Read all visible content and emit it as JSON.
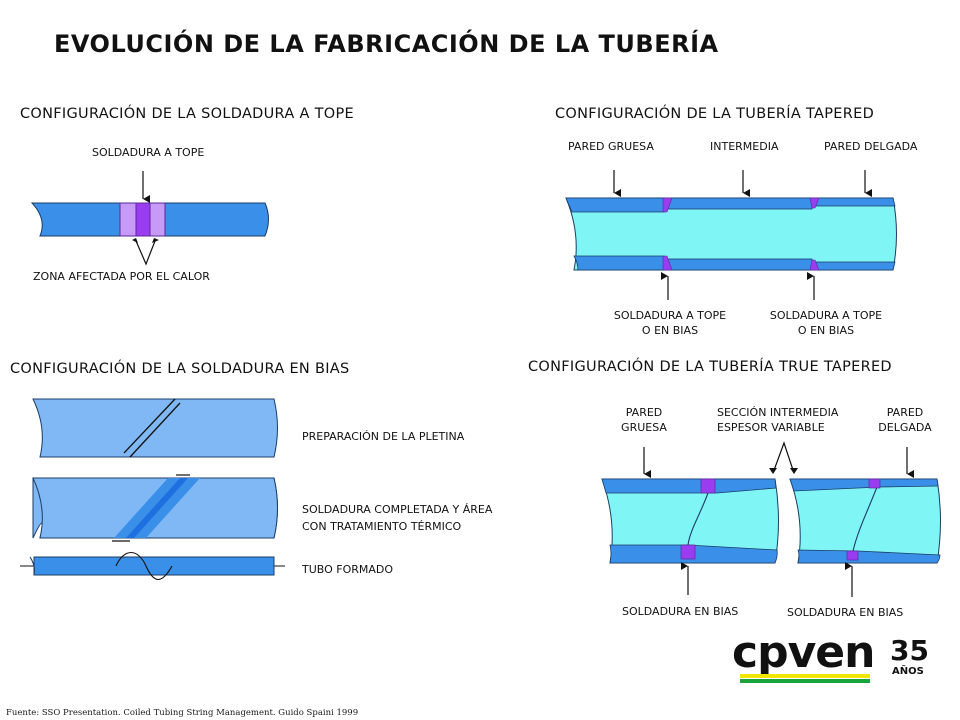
{
  "title": "EVOLUCIÓN DE LA FABRICACIÓN DE LA TUBERÍA",
  "butt": {
    "heading": "CONFIGURACIÓN DE LA SOLDADURA A TOPE",
    "weld_label": "SOLDADURA A TOPE",
    "haz_label": "ZONA AFECTADA POR EL CALOR"
  },
  "bias": {
    "heading": "CONFIGURACIÓN DE LA SOLDADURA EN BIAS",
    "step1": "PREPARACIÓN DE LA PLETINA",
    "step2_line1": "SOLDADURA COMPLETADA Y ÁREA",
    "step2_line2": "CON TRATAMIENTO TÉRMICO",
    "step3": "TUBO FORMADO"
  },
  "tapered": {
    "heading": "CONFIGURACIÓN DE LA TUBERÍA TAPERED",
    "thick": "PARED GRUESA",
    "mid": "INTERMEDIA",
    "thin": "PARED DELGADA",
    "weld1_line1": "SOLDADURA A TOPE",
    "weld1_line2": "O EN BIAS",
    "weld2_line1": "SOLDADURA A TOPE",
    "weld2_line2": "O EN BIAS"
  },
  "true_tapered": {
    "heading": "CONFIGURACIÓN DE LA TUBERÍA TRUE TAPERED",
    "thick_line1": "PARED",
    "thick_line2": "GRUESA",
    "mid_line1": "SECCIÓN INTERMEDIA",
    "mid_line2": "ESPESOR VARIABLE",
    "thin_line1": "PARED",
    "thin_line2": "DELGADA",
    "weld1": "SOLDADURA EN BIAS",
    "weld2": "SOLDADURA EN BIAS"
  },
  "logo": {
    "brand": "cpven",
    "years": "35",
    "years_word": "AÑOS"
  },
  "source": "Fuente: SSO Presentation. Coiled Tubing String Management. Guido Spaini 1999",
  "colors": {
    "wall_blue": "#3a8fe8",
    "light_blue": "#7fb8f4",
    "cyan_bore": "#7ff5f5",
    "weld_purple": "#9a3cf0",
    "weld_light": "#c79af7",
    "logo_black": "#111111",
    "logo_yellow": "#f2e600",
    "logo_green": "#1aa33a"
  }
}
